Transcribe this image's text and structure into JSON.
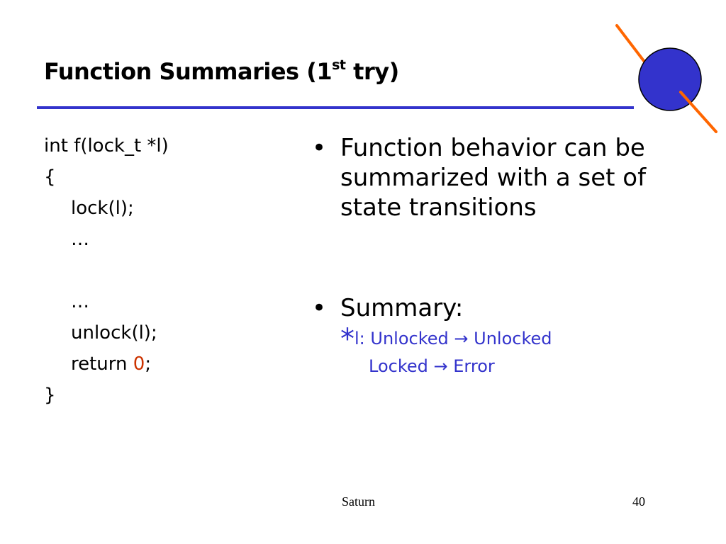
{
  "title": {
    "main": "Function Summaries (1",
    "sup": "st",
    "tail": " try)"
  },
  "colors": {
    "rule": "#3333cc",
    "accent": "#3333cc",
    "zero": "#cc3300",
    "planet": "#3333cc",
    "ring": "#ff6600"
  },
  "code": {
    "line1": "int f(lock_t *l)",
    "line2": "{",
    "line3": "lock(l);",
    "line4": "…",
    "line5": "…",
    "line6": "unlock(l);",
    "line7_pre": "return ",
    "line7_zero": "0",
    "line7_post": ";",
    "line8": "}"
  },
  "bullets": {
    "dot": "•",
    "b1_l1": "Function behavior can be",
    "b1_l2": "summarized with a set of",
    "b1_l3": "state transitions",
    "b2": "Summary:",
    "star": "*",
    "s1_from": "l: Unlocked",
    "s1_to": "Unlocked",
    "s2_from": "Locked",
    "s2_to": "Error",
    "arrow": "→"
  },
  "footer": {
    "center": "Saturn",
    "page": "40"
  },
  "icons": {
    "logo": "saturn-planet-icon",
    "arrow": "arrow-right-icon"
  }
}
